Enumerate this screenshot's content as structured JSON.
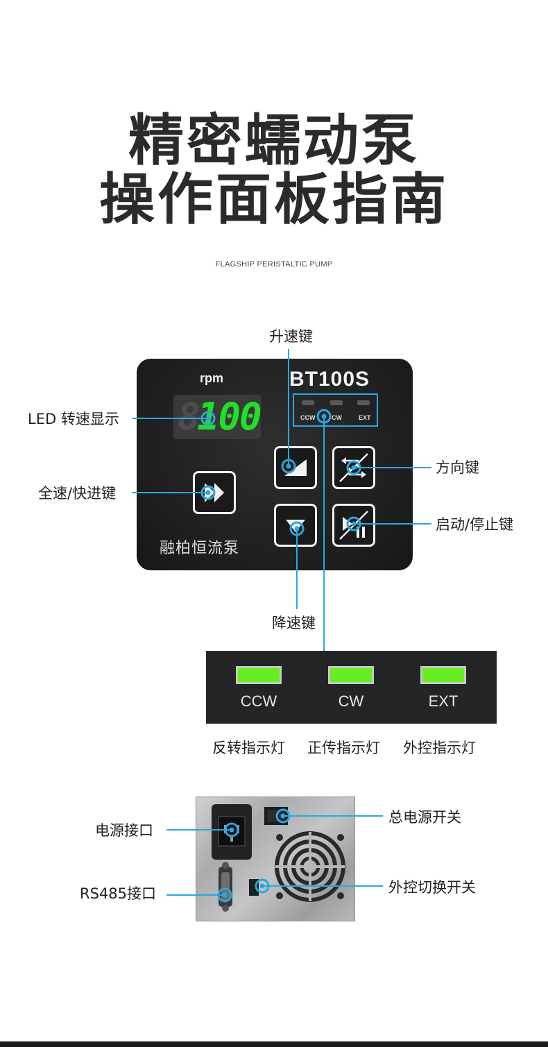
{
  "header": {
    "title_line1": "精密蠕动泵",
    "title_line2": "操作面板指南",
    "subtitle": "FLAGSHIP PERISTALTIC PUMP"
  },
  "panel": {
    "rpm_label": "rpm",
    "model": "BT100S",
    "display_value": "100",
    "indicator_labels": [
      "CCW",
      "CW",
      "EXT"
    ],
    "brand": "融柏恒流泵"
  },
  "callouts": {
    "speed_up": "升速键",
    "led_display": "LED 转速显示",
    "full_speed": "全速/快进键",
    "direction": "方向键",
    "start_stop": "启动/停止键",
    "speed_down": "降速键"
  },
  "indicator_strip": {
    "leds": [
      {
        "label": "CCW",
        "caption": "反转指示灯"
      },
      {
        "label": "CW",
        "caption": "正传指示灯"
      },
      {
        "label": "EXT",
        "caption": "外控指示灯"
      }
    ],
    "led_color": "#66ee22"
  },
  "rear_panel": {
    "power_port": "电源接口",
    "rs485_port": "RS485接口",
    "main_switch": "总电源开关",
    "ext_switch": "外控切换开关"
  },
  "colors": {
    "accent_line": "#2aa7e0",
    "title": "#2b2b2b",
    "panel_bg": "#1d1d1d"
  }
}
